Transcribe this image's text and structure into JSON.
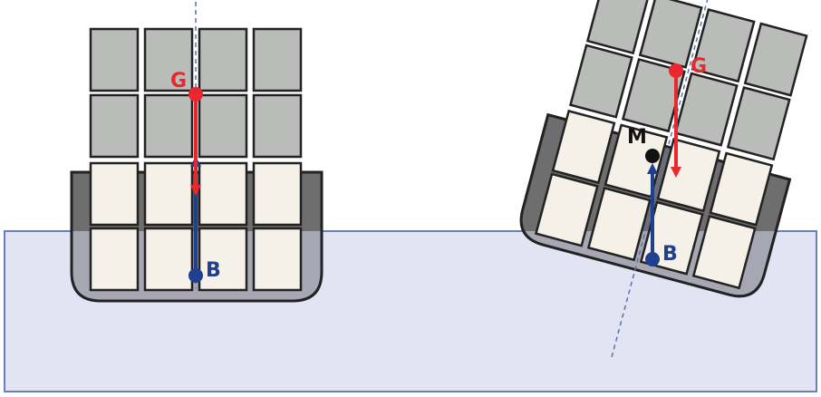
{
  "labels": {
    "gravity_left": "G",
    "buoyancy_left": "B",
    "gravity_right": "G",
    "metacenter_right": "M",
    "buoyancy_right": "B"
  },
  "colors": {
    "water_fill": "#e3e4f3",
    "water_stroke": "#6b7fb8",
    "hull_dark": "#6e6e6e",
    "hull_submerged": "#a6a7b2",
    "block_upper": "#b9bcb9",
    "block_lower": "#f6f1e8",
    "gravity": "#e8282e",
    "buoyancy": "#1f3f8f",
    "metacenter": "#111111",
    "axis_line": "#5a6fb0"
  }
}
